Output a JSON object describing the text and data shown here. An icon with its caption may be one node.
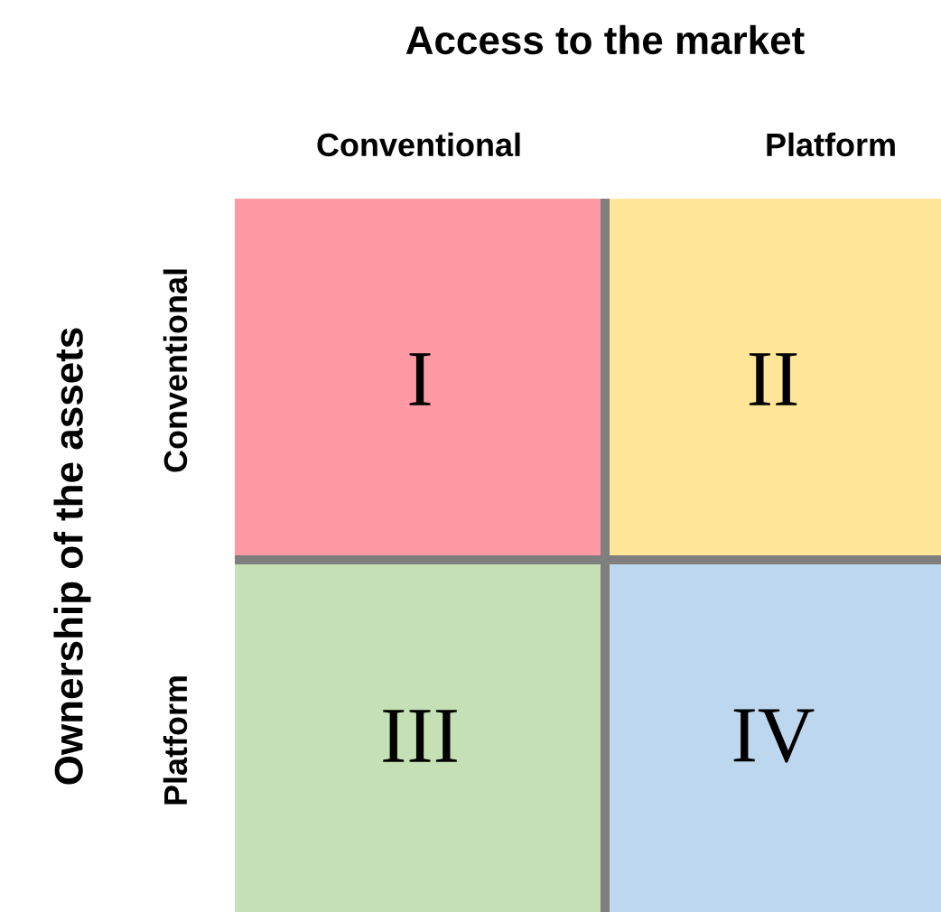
{
  "diagram": {
    "nodes": [
      {
        "text": [
          "I"
        ]
      },
      {
        "text": [
          "II"
        ]
      },
      {
        "text": [
          "III"
        ]
      },
      {
        "text": [
          "IV"
        ]
      }
    ],
    "labels": [
      "Access to the market",
      "Conventional",
      "Platform",
      "Ownership of the assets",
      "Conventional",
      "Platform"
    ]
  }
}
